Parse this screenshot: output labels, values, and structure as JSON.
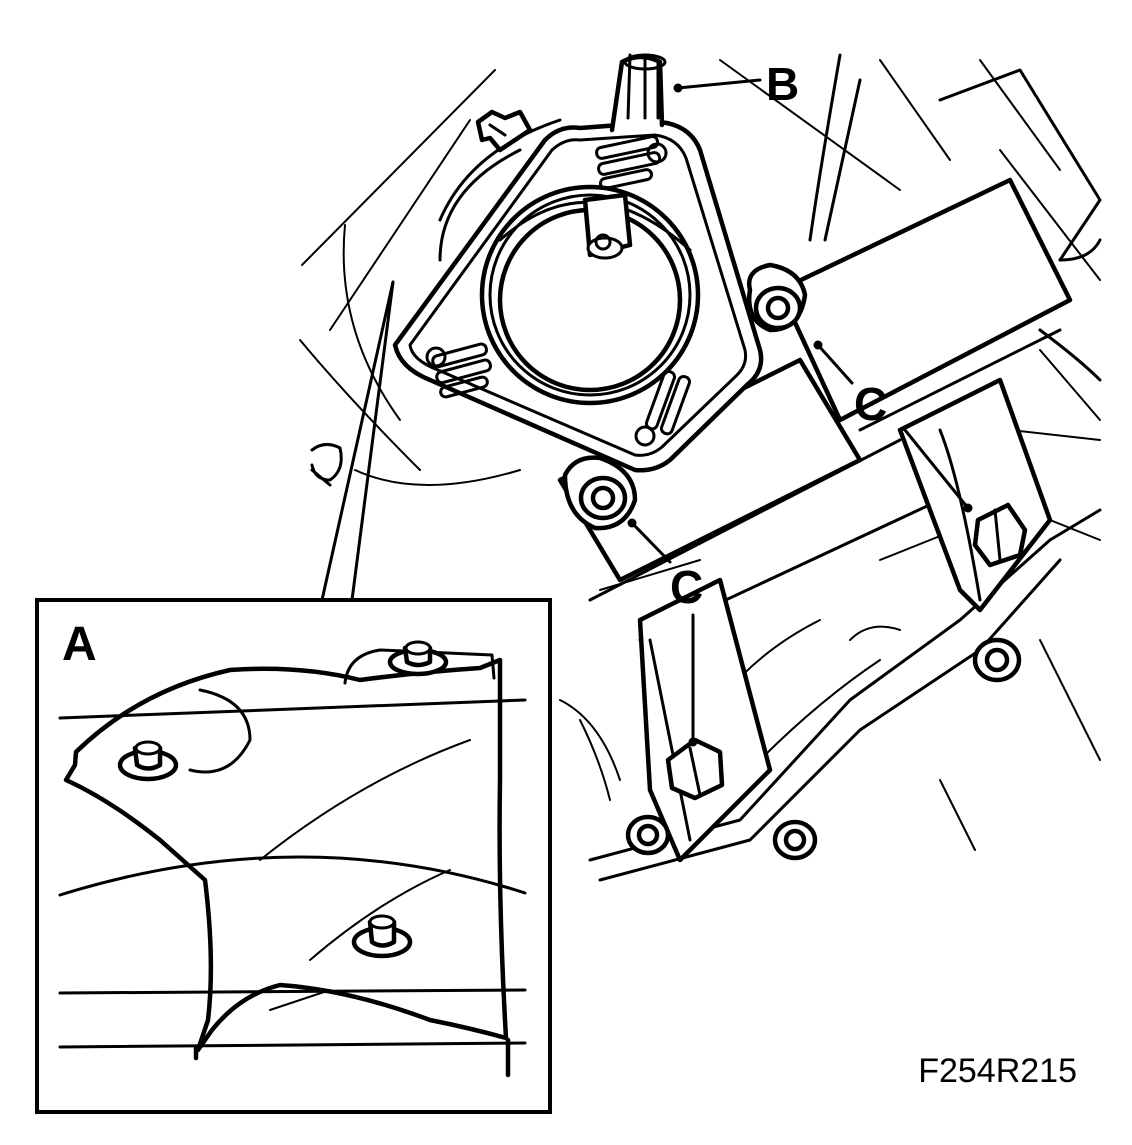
{
  "figure_id": "F254R215",
  "callouts": {
    "a": "A",
    "b": "B",
    "c_upper": "C",
    "c_lower": "C"
  },
  "colors": {
    "line": "#000000",
    "background": "#ffffff"
  }
}
